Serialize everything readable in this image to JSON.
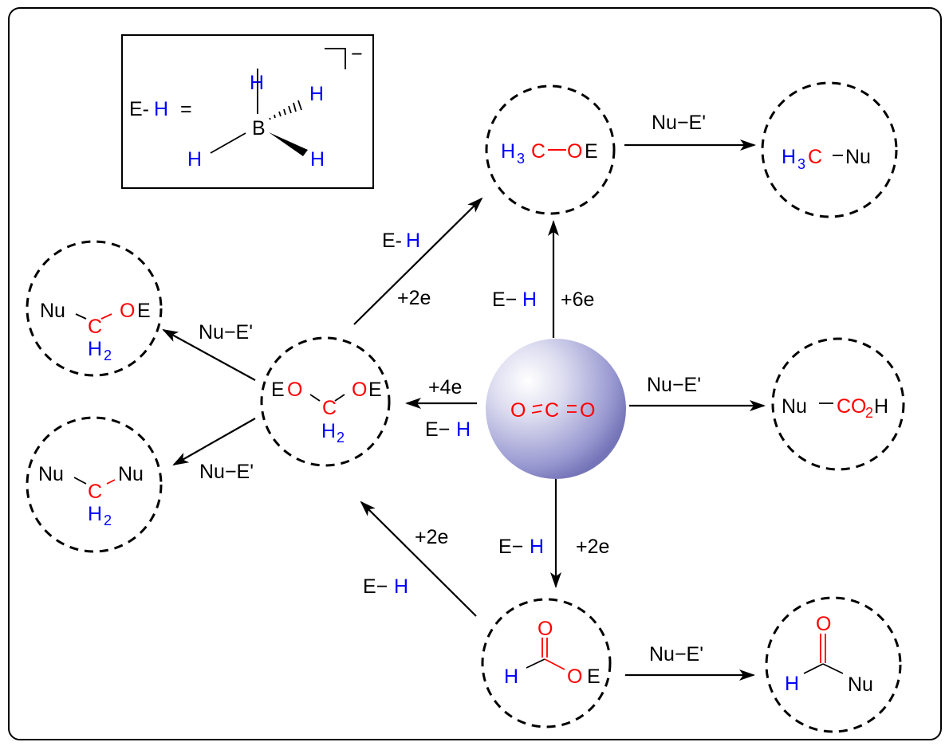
{
  "colors": {
    "black": "#000000",
    "oxygen_carbon": "#ff0000",
    "hydrogen": "#0000ff",
    "sphere_light": "#ffffff",
    "sphere_dark": "#7777bb"
  },
  "legend": {
    "lhs_e": "E-",
    "lhs_h": "H",
    "equals": "=",
    "boron": "B",
    "h_top": "H",
    "h_right_hashed": "H",
    "h_left": "H",
    "h_right_wedge": "H",
    "charge": "−"
  },
  "center": {
    "label": "CO2",
    "o_left": "O",
    "c": "C",
    "o_right": "O"
  },
  "nodes": {
    "methoxy": {
      "h": "H",
      "h_sub": "3",
      "c": "C",
      "bond": "−",
      "o": "O",
      "e": "E"
    },
    "methyl_nu": {
      "h": "H",
      "h_sub": "3",
      "c": "C",
      "bond": "−",
      "nu": "Nu"
    },
    "acetal": {
      "e1": "E",
      "o1": "O",
      "c": "C",
      "o2": "O",
      "e2": "E",
      "h": "H",
      "h_sub": "2"
    },
    "nu_ch2_oe": {
      "nu": "Nu",
      "c": "C",
      "o": "O",
      "e": "E",
      "h": "H",
      "h_sub": "2"
    },
    "nu_ch2_nu": {
      "nu1": "Nu",
      "c": "C",
      "nu2": "Nu",
      "h": "H",
      "h_sub": "2"
    },
    "carboxylic": {
      "nu": "Nu",
      "bond": "−",
      "co": "CO",
      "o_sub": "2",
      "h": "H"
    },
    "formate": {
      "o": "O",
      "h": "H",
      "o2": "O",
      "e": "E"
    },
    "formyl_nu": {
      "o": "O",
      "h": "H",
      "nu": "Nu"
    }
  },
  "arrows": {
    "to_methoxy_from_acetal": {
      "reagent_e": "E-",
      "reagent_h": "H",
      "electrons": "+2e"
    },
    "to_methoxy_from_co2": {
      "reagent_e": "E−",
      "reagent_h": "H",
      "electrons": "+6e"
    },
    "methoxy_to_methyl": {
      "reagent": "Nu−E'"
    },
    "co2_to_acetal": {
      "electrons": "+4e",
      "reagent_e": "E−",
      "reagent_h": "H"
    },
    "acetal_to_nu_ch2_oe": {
      "reagent": "Nu−E'"
    },
    "acetal_to_nu_ch2_nu": {
      "reagent": "Nu−E'"
    },
    "co2_to_carboxylic": {
      "reagent": "Nu−E'"
    },
    "co2_to_formate": {
      "reagent_e": "E−",
      "reagent_h": "H",
      "electrons": "+2e"
    },
    "formate_to_acetal": {
      "electrons": "+2e",
      "reagent_e": "E−",
      "reagent_h": "H"
    },
    "formate_to_formyl": {
      "reagent": "Nu−E'"
    }
  }
}
